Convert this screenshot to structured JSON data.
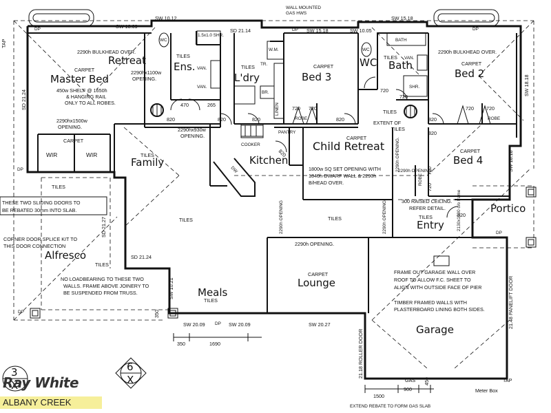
{
  "rooms": {
    "master_bed": "Master Bed",
    "retreat": "Retreat",
    "ens": "Ens.",
    "ldry": "L'dry",
    "bed3": "Bed 3",
    "wc1": "WC",
    "wc2": "WC",
    "bath": "Bath",
    "bed2": "Bed 2",
    "family": "Family",
    "kitchen": "Kitchen",
    "child_retreat": "Child Retreat",
    "bed4": "Bed 4",
    "portico": "Portico",
    "entry": "Entry",
    "alfresco": "Alfresco",
    "lounge": "Lounge",
    "meals": "Meals",
    "garage": "Garage"
  },
  "finishes": {
    "carpet": "CARPET",
    "tiles": "TILES"
  },
  "fixtures": {
    "wc": "WC",
    "van": "VAN.",
    "tr": "TR.",
    "wm": "W.M.",
    "br": "BR.",
    "linen": "LINEN",
    "bath": "BATH",
    "shr": "SHR.",
    "robe": "ROBE",
    "wir": "WIR",
    "pantry": "PANTRY",
    "cooker": "COOKER",
    "dw": "DW",
    "ens_shower": "1.5x1.0 SHR.",
    "frame": "2130x1500 o/o frame"
  },
  "notes": {
    "wall_gas": "WALL MOUNTED GAS HWS",
    "bulkhead1": "2290h BULKHEAD OVER.",
    "bulkhead2": "2290h BULKHEAD OVER.",
    "opening_1100": "2290hx1100w OPENING.",
    "shelf1": "450w SHELF @ 1650h",
    "shelf2": "& HANGING RAIL",
    "shelf3": "ONLY TO ALL ROBES.",
    "opening_1500a": "2290hx1500w",
    "opening_1500b": "OPENING.",
    "opening_930a": "2290hx930w",
    "opening_930b": "OPENING.",
    "extent1": "EXTENT OF",
    "extent2": "TILES",
    "child1": "1800w SQ SET OPENING WITH",
    "child2": "1840h-DWARF WALL & 2290h",
    "child3": "B/HEAD OVER.",
    "opening_v1": "2290h OPENING.",
    "opening_v2": "2290h OPENING.",
    "opening_v3": "2290h OPENING",
    "opening_v4": "2290h OPENING.",
    "opening_h": "2290h OPENING.",
    "ceiling1": "300 RAISED CEILING.",
    "ceiling2": "REFER DETAIL.",
    "slide1": "THESE TWO SLIDING DOORS TO",
    "slide2": "BE REBATED 30mm INTO SLAB.",
    "splice1": "CORNER DOOR SPLICE KIT TO",
    "splice2": "THIS DOOR CONNECTION",
    "load1": "NO LOADBEARING TO THESE TWO",
    "load2": "WALLS. FRAME ABOVE JOINERY TO",
    "load3": "BE SUSPENDED FROM TRUSS.",
    "garage1": "FRAME OUT GARAGE WALL OVER",
    "garage2": "ROOF TO ALLOW F.C. SHEET TO",
    "garage3": "ALIGN WITH OUTSIDE FACE OF PIER",
    "timber1": "TIMBER FRAMED WALLS WITH",
    "timber2": "PLASTERBOARD LINING BOTH SIDES.",
    "roller": "21.18 ROLLER DOOR",
    "panelift": "21.48 PANELIFT DOOR",
    "rebate": "EXTEND REBATE TO FORM GAS SLAB",
    "meter": "Meter Box",
    "gas": "GAS",
    "tap1": "TAP",
    "tap2": "TAP",
    "dp": "DP"
  },
  "dims": {
    "sw1012": "SW 10.12",
    "sw1809": "SW 18.09",
    "sd2114": "SD 21.14",
    "sw1518a": "SW 15.18",
    "sw1005": "SW 10.05",
    "sw1518b": "SW 15.18",
    "sd2124a": "SD 21.24",
    "sw1818a": "SW 18.18",
    "sw1818b": "SW 18.18",
    "sd2127": "SD 21.27",
    "sd2124b": "SD 21.24",
    "sw1021": "SW 10.21",
    "sw2009a": "SW 20.09",
    "sw2009b": "SW 20.09",
    "sw2027": "SW 20.27",
    "d820": "820",
    "d720": "720",
    "d470": "470",
    "d265": "265",
    "d350": "350",
    "d1690": "1690",
    "d1500": "1500",
    "d900": "900",
    "d450": "450"
  },
  "section_marks": {
    "left_num": "3",
    "left_letter": "X",
    "right_num": "6",
    "right_letter": "X"
  },
  "branding": {
    "name": "Ray White",
    "branch": "ALBANY CREEK"
  }
}
